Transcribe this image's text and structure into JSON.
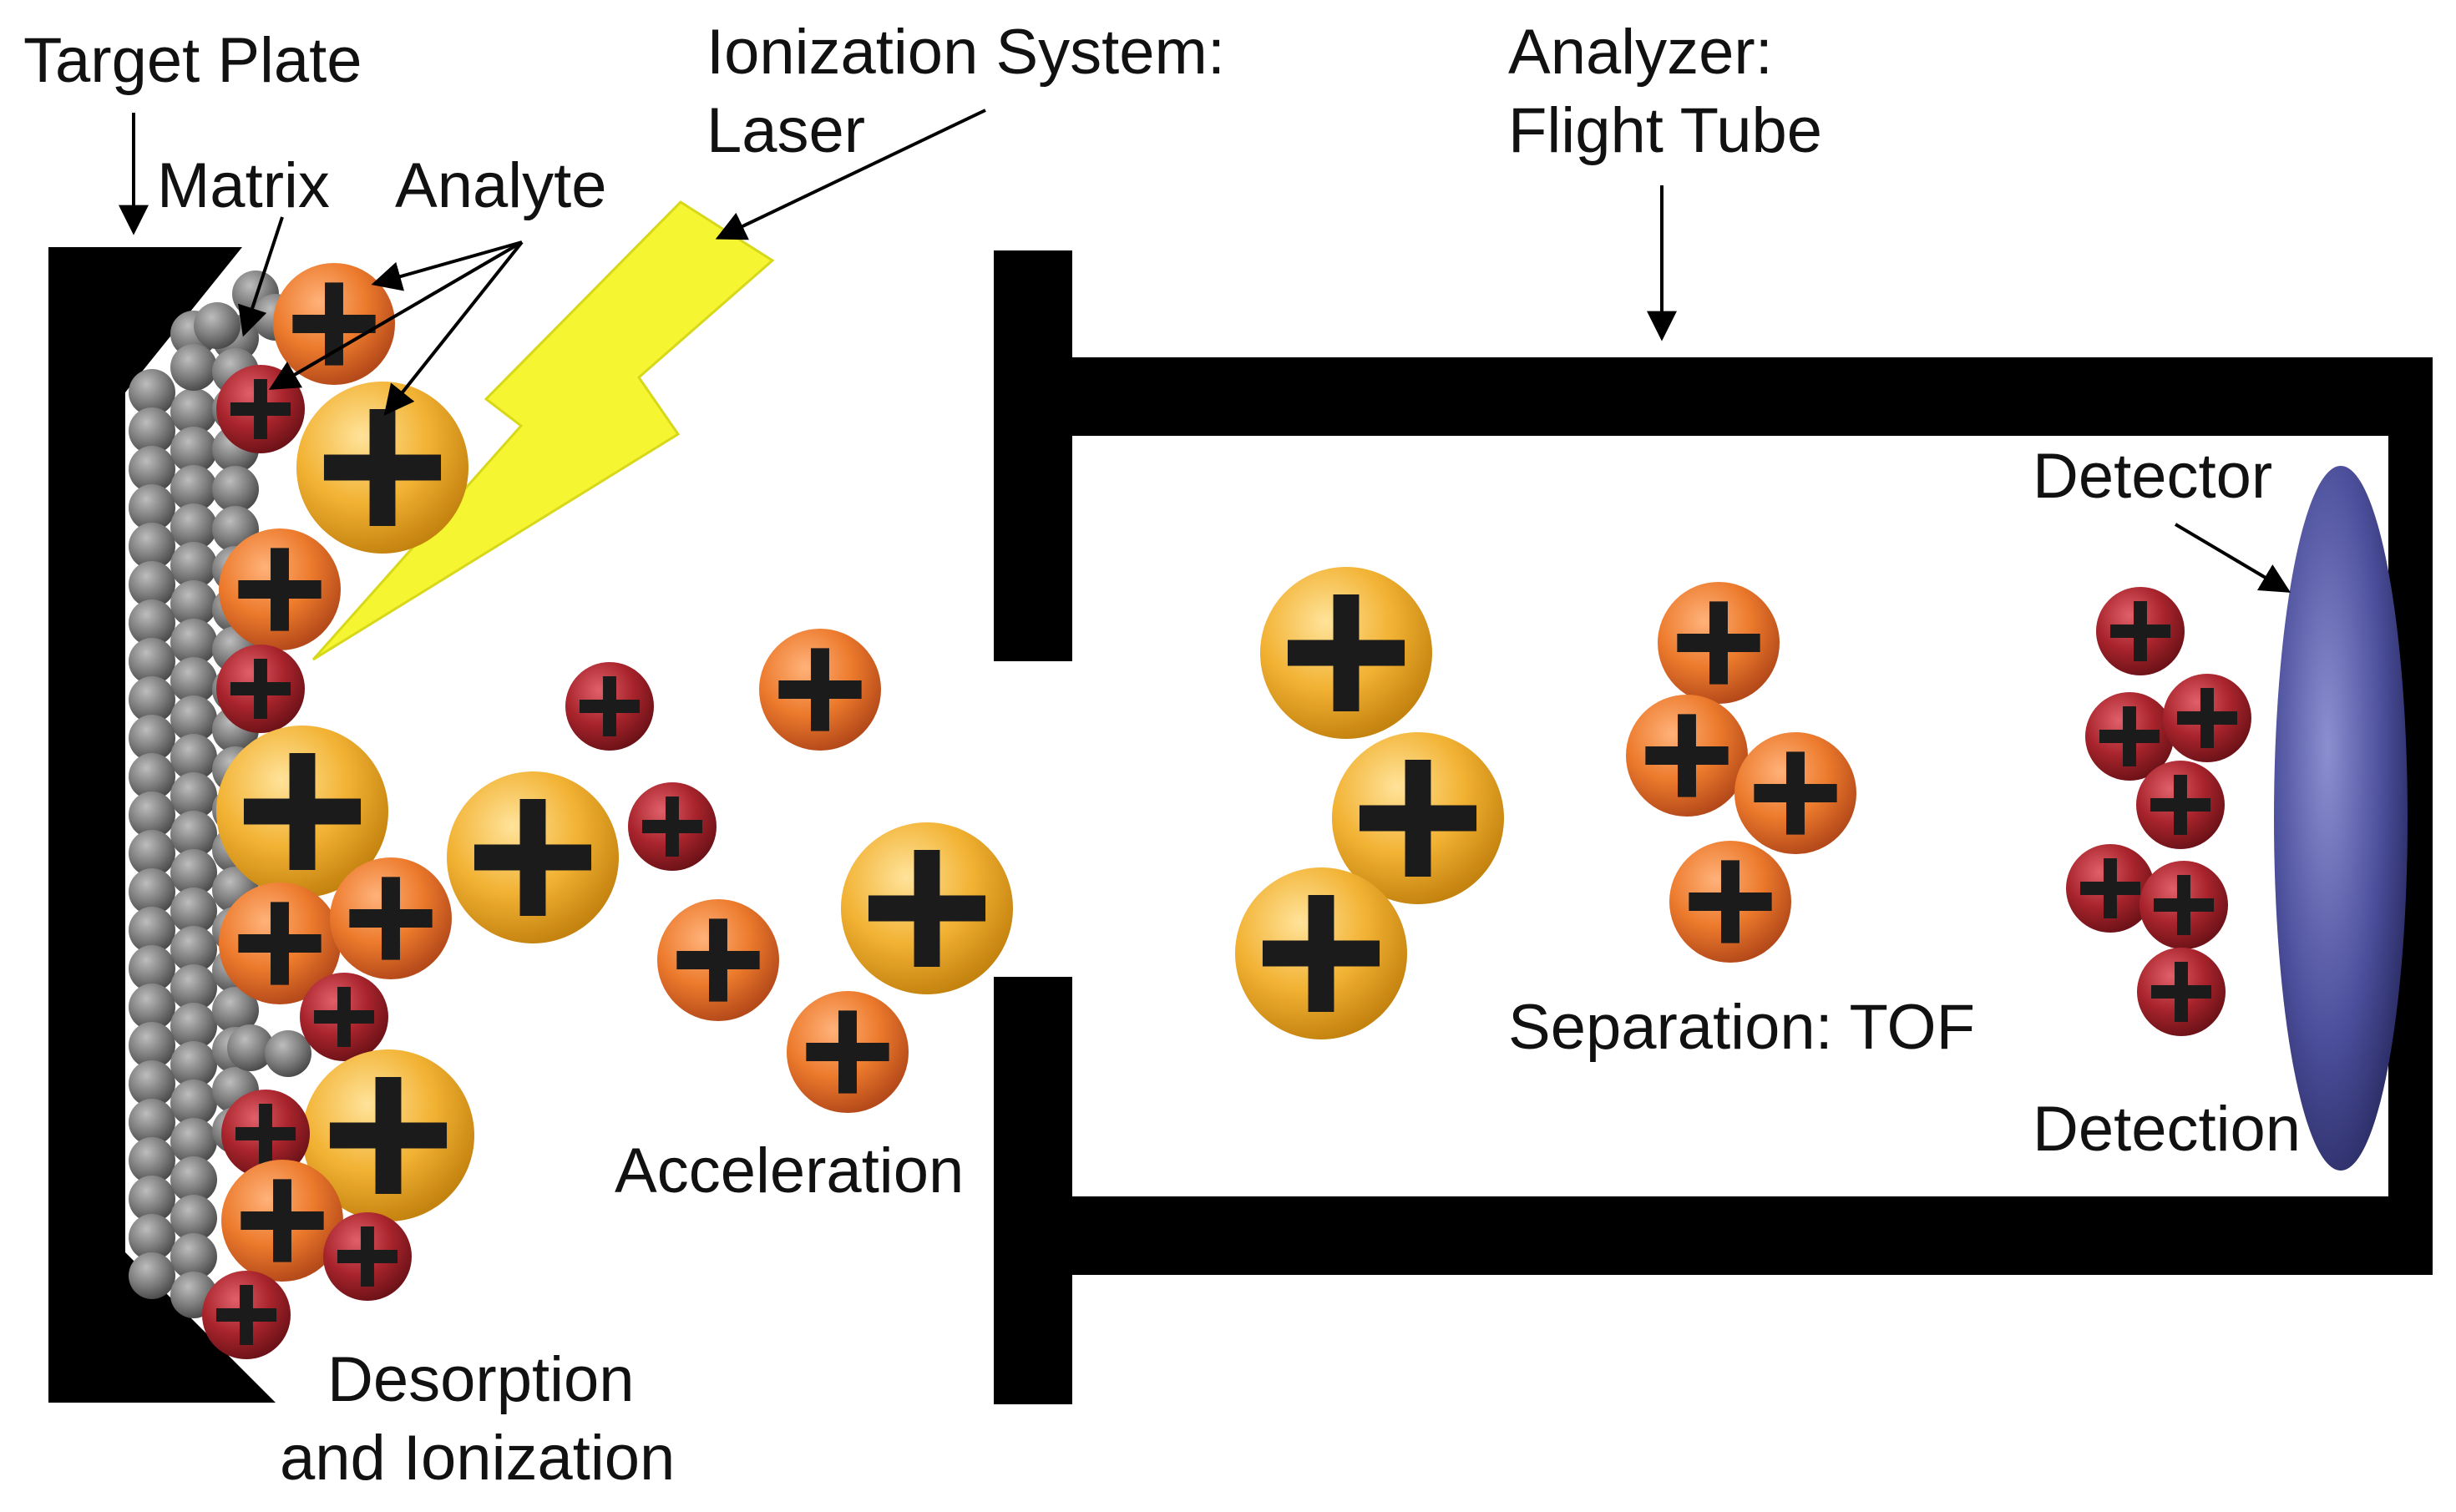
{
  "labels": {
    "target_plate": "Target Plate",
    "matrix": "Matrix",
    "analyte": "Analyte",
    "ionization_line1": "Ionization System:",
    "ionization_line2": "Laser",
    "analyzer_line1": "Analyzer:",
    "analyzer_line2": "Flight Tube",
    "detector": "Detector",
    "separation": "Separation: TOF",
    "detection": "Detection",
    "acceleration": "Acceleration",
    "desorption_line1": "Desorption",
    "desorption_line2": "and Ionization"
  },
  "ion_symbol": "plus-icon",
  "colors": {
    "structure": "#000000",
    "matrix_particle": "#7a7a7a",
    "ion_large": "#f2b233",
    "ion_medium": "#ec7a2c",
    "ion_small": "#a9242c",
    "laser": "#f5f532",
    "detector": "#3d3f86"
  }
}
